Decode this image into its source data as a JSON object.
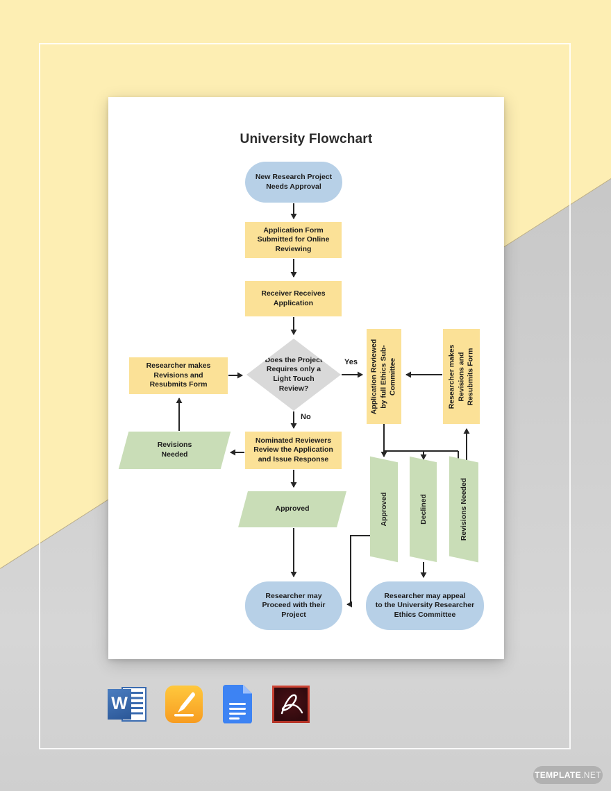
{
  "colors": {
    "background_yellow": "#fdeeb3",
    "background_gray": "#c9c9c9",
    "node_yellow": "#fbe197",
    "node_blue": "#b7d0e7",
    "node_green": "#c9ddb7",
    "diamond_gray": "#d9d9d9",
    "arrow": "#262626"
  },
  "document": {
    "title": "University Flowchart"
  },
  "flowchart": {
    "start": "New Research Project\nNeeds Approval",
    "submit": "Application Form\nSubmitted for Online\nReviewing",
    "receive": "Receiver Receives\nApplication",
    "decision": "Does the Project\nRequires only a\nLight Touch\nReview?",
    "yes": "Yes",
    "no": "No",
    "revise_left": "Researcher makes\nRevisions and\nResubmits Form",
    "ethics_review": "Application Reviewed\nby full Ethics Sub-\nCommittee",
    "revise_right": "Researcher makes\nRevisions and\nResubmits Form",
    "nominated": "Nominated Reviewers\nReview the Application\nand Issue Response",
    "revisions_needed": "Revisions\nNeeded",
    "approved": "Approved",
    "approved_vertical": "Approved",
    "declined_vertical": "Declined",
    "revisions_needed_vertical": "Revisions Needed",
    "proceed": "Researcher may\nProceed with their\nProject",
    "appeal": "Researcher may appeal\nto the University Researcher\nEthics Committee"
  },
  "app_icons": [
    {
      "name": "microsoft-word",
      "letter": "W"
    },
    {
      "name": "apple-pages"
    },
    {
      "name": "google-docs"
    },
    {
      "name": "adobe-pdf"
    }
  ],
  "watermark": {
    "brand_bold": "TEMPLATE",
    "brand_rest": ".NET"
  }
}
